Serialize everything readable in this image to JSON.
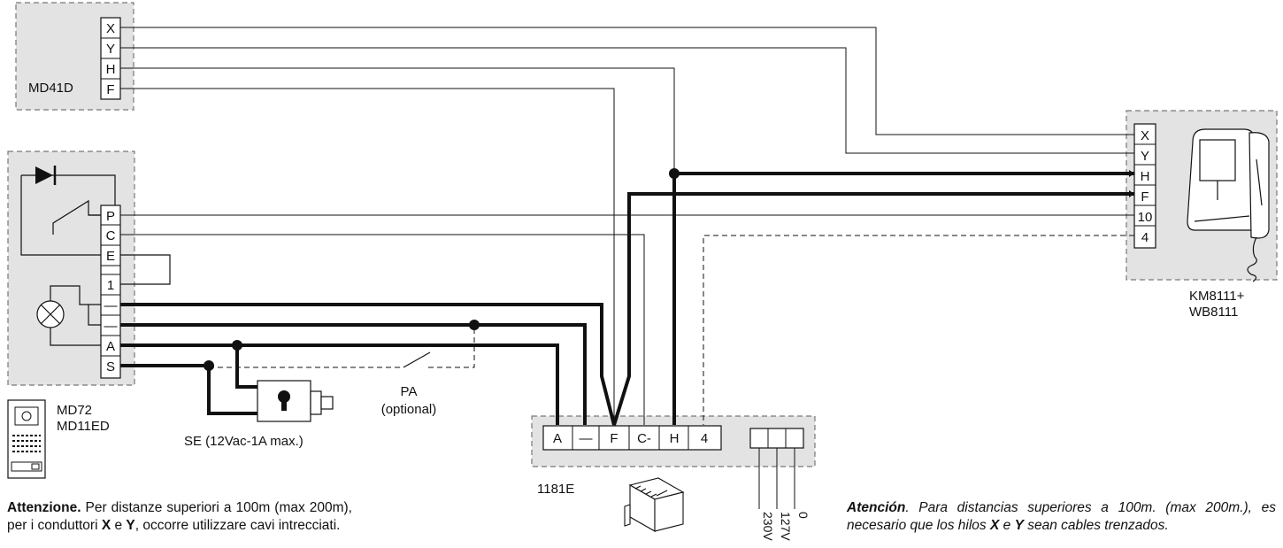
{
  "colors": {
    "box_fill": "#e3e3e3",
    "box_border": "#777777",
    "wire": "#111111"
  },
  "devices": {
    "md41d": {
      "label": "MD41D",
      "terminals": [
        "X",
        "Y",
        "H",
        "F"
      ]
    },
    "md72": {
      "label_1": "MD72",
      "label_2": "MD11ED",
      "terminals": [
        "P",
        "C",
        "E",
        "1",
        "—",
        "—",
        "A",
        "S"
      ]
    },
    "lock": {
      "label": "SE (12Vac-1A max.)"
    },
    "pa": {
      "label_1": "PA",
      "label_2": "(optional)"
    },
    "psu": {
      "label": "1181E",
      "terminals": [
        "A",
        "—",
        "F",
        "C-",
        "H",
        "4"
      ],
      "mains": [
        "230V",
        "127V",
        "0"
      ]
    },
    "monitor": {
      "label_1": "KM8111+",
      "label_2": "WB8111",
      "terminals": [
        "X",
        "Y",
        "H",
        "F",
        "10",
        "4"
      ]
    }
  },
  "icons": [
    "diode-icon",
    "switch-icon",
    "lamp-icon",
    "door-lock-icon",
    "entry-panel-icon",
    "power-supply-icon",
    "handset-monitor-icon"
  ],
  "notes": {
    "it": {
      "strong": "Attenzione.",
      "text_1": " Per distanze superiori a 100m (max 200m), per i conduttori ",
      "x": "X",
      "e": " e ",
      "y": "Y",
      "text_2": ", occorre utilizzare cavi intrecciati."
    },
    "es": {
      "strong": "Atención",
      "text_1": ". Para distancias superiores a 100m. (max 200m.), es necesario que los hilos ",
      "x": "X",
      "e": " e ",
      "y": "Y",
      "text_2": " sean cables trenzados."
    }
  }
}
